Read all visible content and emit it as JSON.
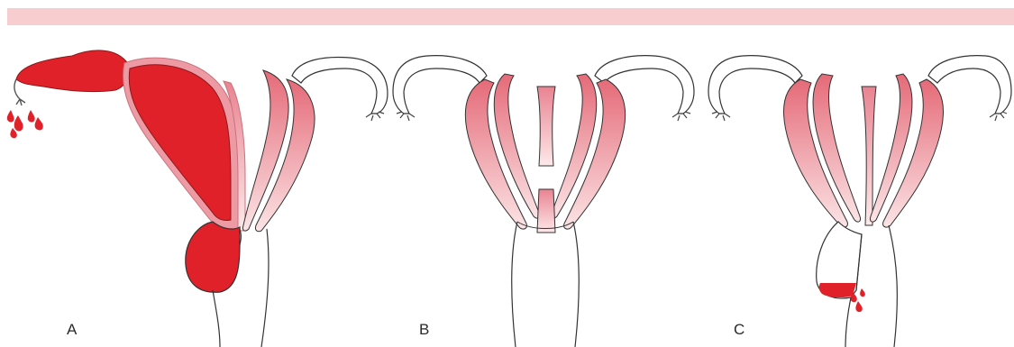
{
  "panels": [
    {
      "label": "A"
    },
    {
      "label": "B"
    },
    {
      "label": "C"
    }
  ],
  "colors": {
    "top_band": "#f7cdd0",
    "blood": "#e0212a",
    "tissue_dark": "#e56a78",
    "tissue_light": "#fbe4e6",
    "outline": "#1a1a1a"
  }
}
